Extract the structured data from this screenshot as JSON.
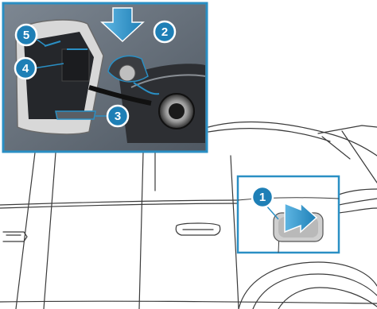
{
  "colors": {
    "accent": "#2a8fc4",
    "badge": "#1e7fb6",
    "inset_background": "#5a6470",
    "line_art": "#3a3a3a"
  },
  "callouts": [
    {
      "label": "1",
      "part": "fuel-filler-flap-press-point"
    },
    {
      "label": "2",
      "part": "push-direction-arrow"
    },
    {
      "label": "3",
      "part": "cap-holder"
    },
    {
      "label": "4",
      "part": "filler-flap-inner-label"
    },
    {
      "label": "5",
      "part": "flap-mechanism"
    }
  ],
  "icons": {
    "press_arrow": "arrow-right-icon",
    "push_arrow": "arrow-down-icon"
  }
}
